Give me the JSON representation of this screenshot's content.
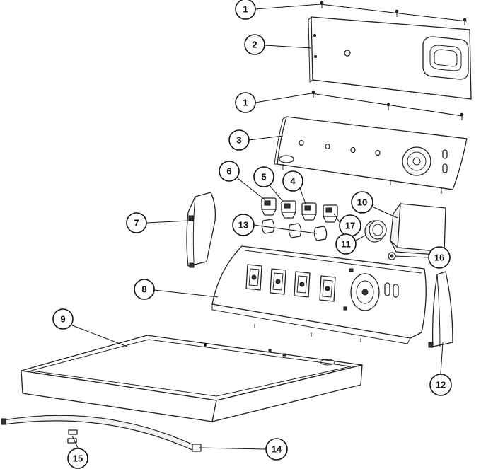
{
  "callouts": [
    {
      "id": "c1a",
      "label": "1"
    },
    {
      "id": "c2",
      "label": "2"
    },
    {
      "id": "c1b",
      "label": "1"
    },
    {
      "id": "c3",
      "label": "3"
    },
    {
      "id": "c6",
      "label": "6"
    },
    {
      "id": "c5",
      "label": "5"
    },
    {
      "id": "c4",
      "label": "4"
    },
    {
      "id": "c10",
      "label": "10"
    },
    {
      "id": "c7",
      "label": "7"
    },
    {
      "id": "c13",
      "label": "13"
    },
    {
      "id": "c17",
      "label": "17"
    },
    {
      "id": "c11",
      "label": "11"
    },
    {
      "id": "c16",
      "label": "16"
    },
    {
      "id": "c8",
      "label": "8"
    },
    {
      "id": "c9",
      "label": "9"
    },
    {
      "id": "c12",
      "label": "12"
    },
    {
      "id": "c14",
      "label": "14"
    },
    {
      "id": "c15",
      "label": "15"
    }
  ]
}
